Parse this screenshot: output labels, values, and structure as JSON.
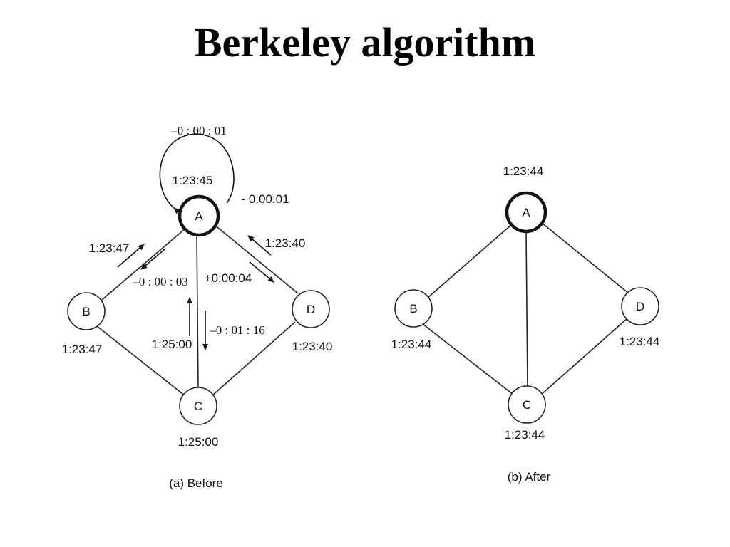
{
  "title": "Berkeley algorithm",
  "before": {
    "caption": "(a) Before",
    "nodes": {
      "A": {
        "label": "A",
        "time": "1:23:45"
      },
      "B": {
        "label": "B",
        "time": "1:23:47"
      },
      "C": {
        "label": "C",
        "time": "1:25:00"
      },
      "D": {
        "label": "D",
        "time": "1:23:40"
      }
    },
    "messages": {
      "self_loop_adjust": "–0 : 00 : 01",
      "a_adjust": "- 0:00:01",
      "b_report": "1:23:47",
      "b_adjust": "–0 : 00 : 03",
      "d_report": "1:23:40",
      "d_adjust": "+0:00:04",
      "c_report": "1:25:00",
      "c_adjust": "–0 : 01 : 16"
    }
  },
  "after": {
    "caption": "(b) After",
    "nodes": {
      "A": {
        "label": "A",
        "time": "1:23:44"
      },
      "B": {
        "label": "B",
        "time": "1:23:44"
      },
      "C": {
        "label": "C",
        "time": "1:23:44"
      },
      "D": {
        "label": "D",
        "time": "1:23:44"
      }
    }
  }
}
